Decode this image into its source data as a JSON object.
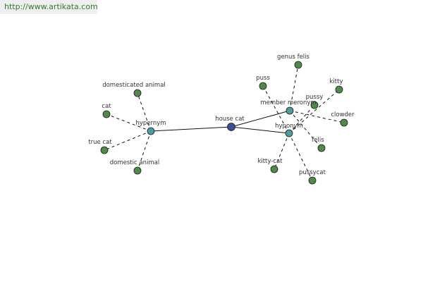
{
  "header": {
    "site_url": "http://www.artikata.com"
  },
  "colors": {
    "center": "#3a4f8c",
    "relation": "#4f9a9a",
    "leaf": "#4f8a4a"
  },
  "graph": {
    "center": {
      "id": "house-cat",
      "label": "house cat"
    },
    "relations": [
      {
        "id": "hypernym",
        "label": "hypernym"
      },
      {
        "id": "member-meronym",
        "label": "member meronym"
      },
      {
        "id": "hyponym",
        "label": "hyponym"
      }
    ],
    "leaves": [
      {
        "id": "domesticated-animal",
        "label": "domesticated animal",
        "parent": "hypernym"
      },
      {
        "id": "cat",
        "label": "cat",
        "parent": "hypernym"
      },
      {
        "id": "true-cat",
        "label": "true cat",
        "parent": "hypernym"
      },
      {
        "id": "domestic-animal",
        "label": "domestic animal",
        "parent": "hypernym"
      },
      {
        "id": "genus-felis",
        "label": "genus felis",
        "parent": "member-meronym"
      },
      {
        "id": "puss",
        "label": "puss",
        "parent": "hyponym"
      },
      {
        "id": "kitty",
        "label": "kitty",
        "parent": "hyponym"
      },
      {
        "id": "pussy",
        "label": "pussy",
        "parent": "hyponym"
      },
      {
        "id": "clowder",
        "label": "clowder",
        "parent": "member-meronym"
      },
      {
        "id": "felis",
        "label": "felis",
        "parent": "member-meronym"
      },
      {
        "id": "kitty-cat",
        "label": "kitty-cat",
        "parent": "hyponym"
      },
      {
        "id": "pussycat",
        "label": "pussycat",
        "parent": "hyponym"
      }
    ]
  }
}
